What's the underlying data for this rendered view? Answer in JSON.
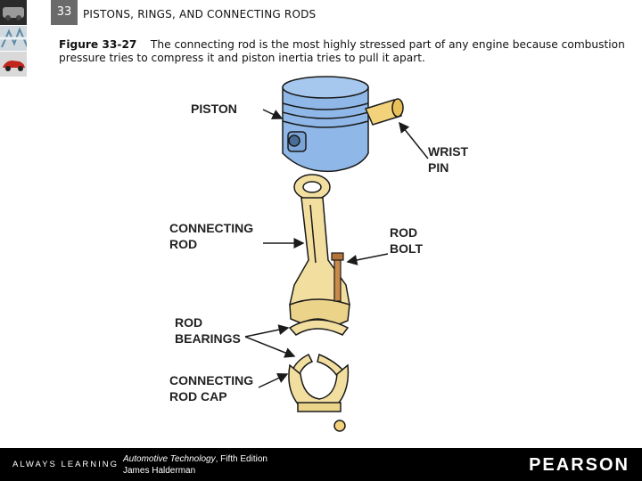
{
  "header": {
    "chapter_number": "33",
    "chapter_title": "PISTONS, RINGS, AND CONNECTING RODS"
  },
  "caption": {
    "figure_label": "Figure 33-27",
    "text": "The connecting rod is the most highly stressed part of any engine because combustion pressure tries to compress it and piston inertia tries to pull it apart."
  },
  "figure": {
    "labels": {
      "piston": "PISTON",
      "wrist_pin_1": "WRIST",
      "wrist_pin_2": "PIN",
      "connecting_rod_1": "CONNECTING",
      "connecting_rod_2": "ROD",
      "rod_bolt_1": "ROD",
      "rod_bolt_2": "BOLT",
      "rod_bearings_1": "ROD",
      "rod_bearings_2": "BEARINGS",
      "rod_cap_1": "CONNECTING",
      "rod_cap_2": "ROD CAP"
    },
    "colors": {
      "piston": "#8fb8e8",
      "rod": "#f2dfa0",
      "outline": "#1a1a1a"
    }
  },
  "footer": {
    "left": "ALWAYS LEARNING",
    "book_title": "Automotive Technology",
    "edition": ", Fifth Edition",
    "author": "James Halderman",
    "brand": "PEARSON"
  }
}
